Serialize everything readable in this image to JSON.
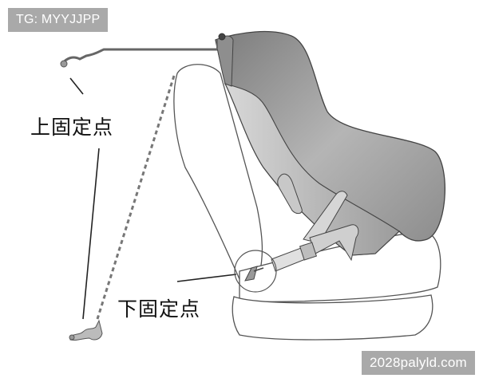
{
  "watermarks": {
    "top": "TG: MYYJJPP",
    "bottom": "2028palyld.com"
  },
  "labels": {
    "upper_anchor": "上固定点",
    "lower_anchor": "下固定点"
  },
  "colors": {
    "seat_shell": "#9a9a9a",
    "seat_outline": "#555555",
    "watermark_bg": "#a9a9a9",
    "text": "#111111"
  }
}
